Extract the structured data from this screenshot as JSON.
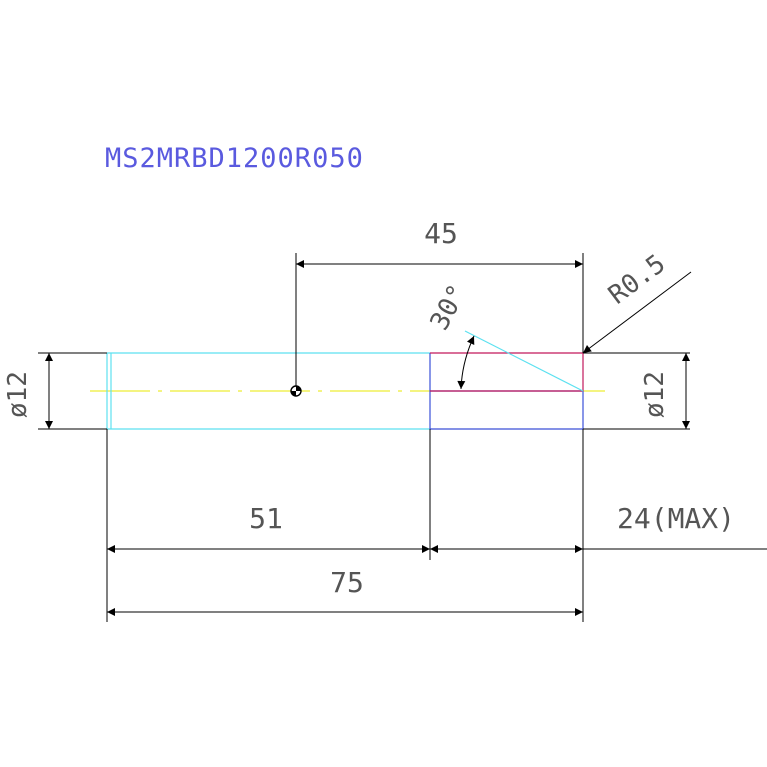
{
  "title": "MS2MRBD1200R050",
  "dimensions": {
    "top_length": "45",
    "radius": "R0.5",
    "angle": "30°",
    "left_diameter": "ø12",
    "right_diameter": "ø12",
    "length_51": "51",
    "length_max": "24(MAX)",
    "total_length": "75"
  },
  "colors": {
    "title": "#5a5adf",
    "shank_outline": "#5ce1f0",
    "flute_outline": "#3a4fd8",
    "tip_outline": "#c2185b",
    "center_line": "#e8e800",
    "dimension": "#000000"
  }
}
